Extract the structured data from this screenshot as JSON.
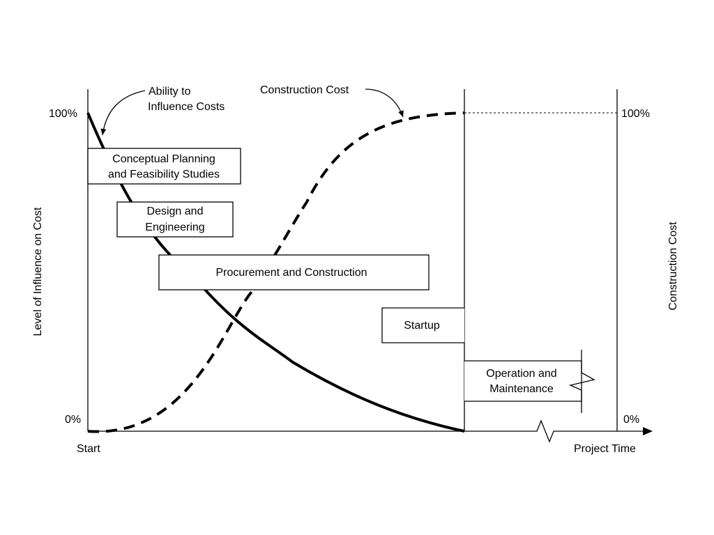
{
  "colors": {
    "background": "#ffffff",
    "ink": "#000000"
  },
  "axes": {
    "left_top": "100%",
    "left_bottom": "0%",
    "right_top": "100%",
    "right_bottom": "0%",
    "left_title": "Level of Influence on Cost",
    "right_title": "Construction Cost",
    "x_start": "Start",
    "x_end": "Project Time"
  },
  "callouts": {
    "ability_line1": "Ability to",
    "ability_line2": "Influence Costs",
    "construction_cost": "Construction Cost"
  },
  "phases": {
    "planning_line1": "Conceptual Planning",
    "planning_line2": "and Feasibility Studies",
    "design_line1": "Design and",
    "design_line2": "Engineering",
    "procurement": "Procurement and Construction",
    "startup": "Startup",
    "operation_line1": "Operation and",
    "operation_line2": "Maintenance"
  }
}
